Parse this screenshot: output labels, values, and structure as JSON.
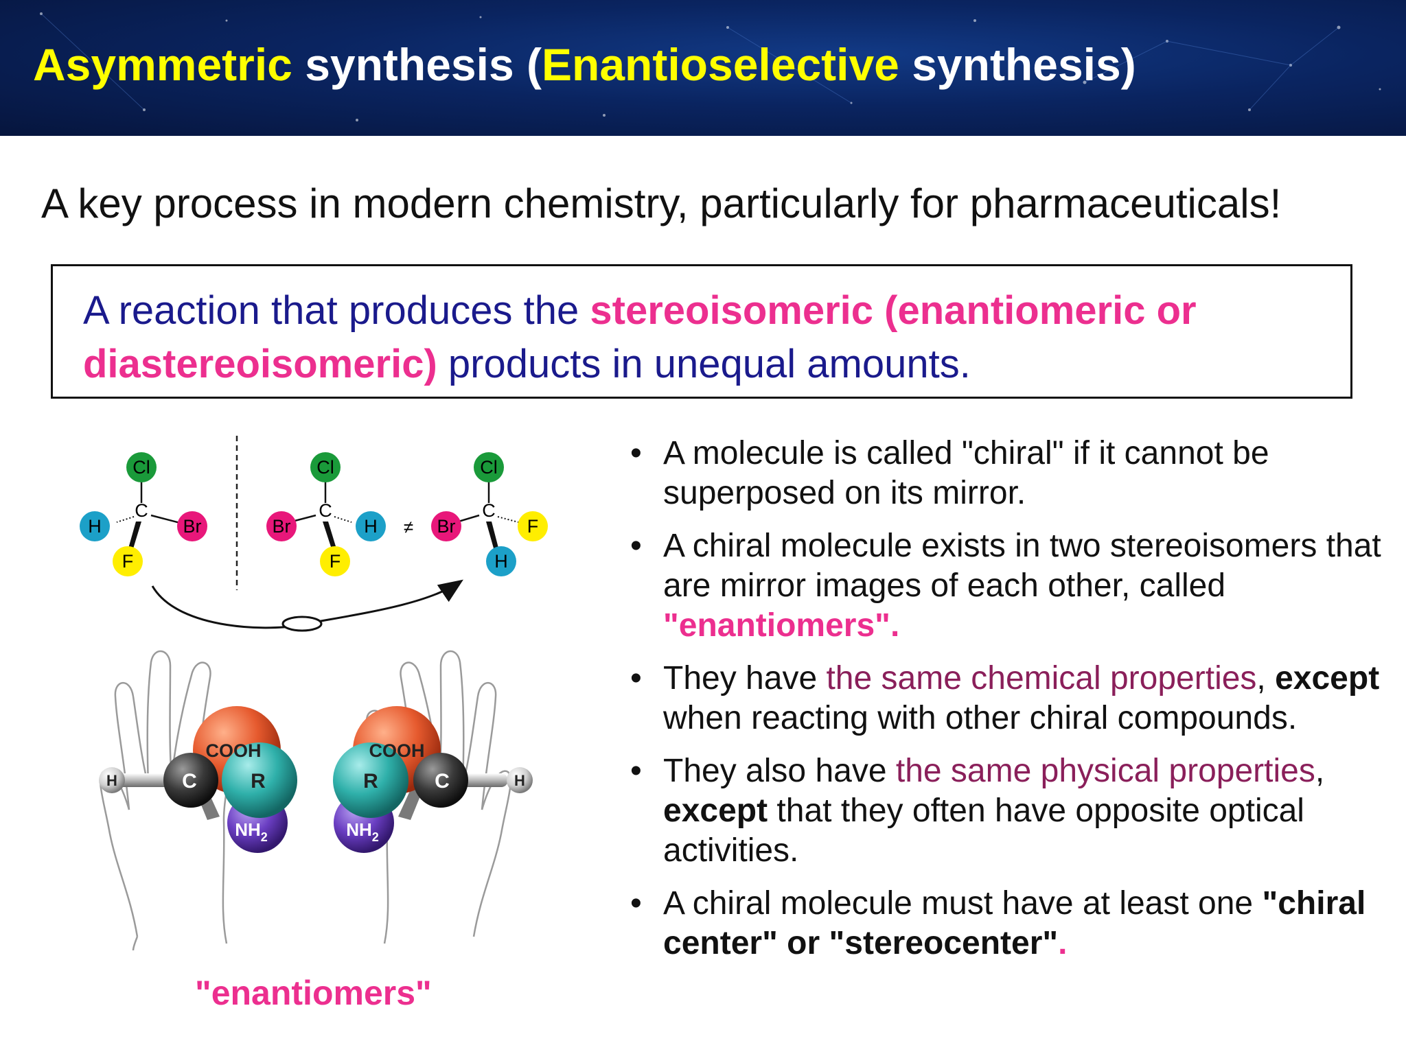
{
  "header": {
    "title_part1": "Asymmetric",
    "title_part2": " synthesis (",
    "title_part3": "Enantioselective",
    "title_part4": " synthesis)"
  },
  "subtitle": "A key process in modern chemistry, particularly for pharmaceuticals!",
  "definition": {
    "part1": "A reaction that produces the ",
    "part2": "stereoisomeric (enantiomeric or diastereoisomeric)",
    "part3": " products in unequal amounts."
  },
  "molecules": {
    "atom_cl": "Cl",
    "atom_br": "Br",
    "atom_h": "H",
    "atom_f": "F",
    "atom_c": "C",
    "not_equal": "≠"
  },
  "models": {
    "cooh": "COOH",
    "r": "R",
    "c": "C",
    "h": "H",
    "nh": "NH",
    "sub2": "2"
  },
  "caption": "\"enantiomers\"",
  "bullets": [
    {
      "text": "A molecule is called \"chiral\" if it cannot be superposed on its mirror."
    },
    {
      "text": "A chiral molecule exists in two stereoisomers that are mirror images of each other, called ",
      "highlight": "\"enantiomers\"."
    },
    {
      "a": "They have ",
      "b": "the same chemical properties",
      "c": ", ",
      "d": "except",
      "e": " when reacting with other chiral compounds."
    },
    {
      "a": "They also have ",
      "b": "the same physical properties",
      "c": ", ",
      "d": "except",
      "e": " that they often have opposite optical activities."
    },
    {
      "a": "A chiral molecule must have at least one ",
      "b": "\"chiral center\" or \"stereocenter\"",
      "c": "."
    }
  ],
  "colors": {
    "title_highlight": "#ffff00",
    "definition_text": "#1a1a8c",
    "pink": "#ec2f8f",
    "plum": "#8a1f5a",
    "cl": "#1a9a3a",
    "br": "#e8177a",
    "h": "#1ca0c8",
    "f": "#ffee00"
  }
}
